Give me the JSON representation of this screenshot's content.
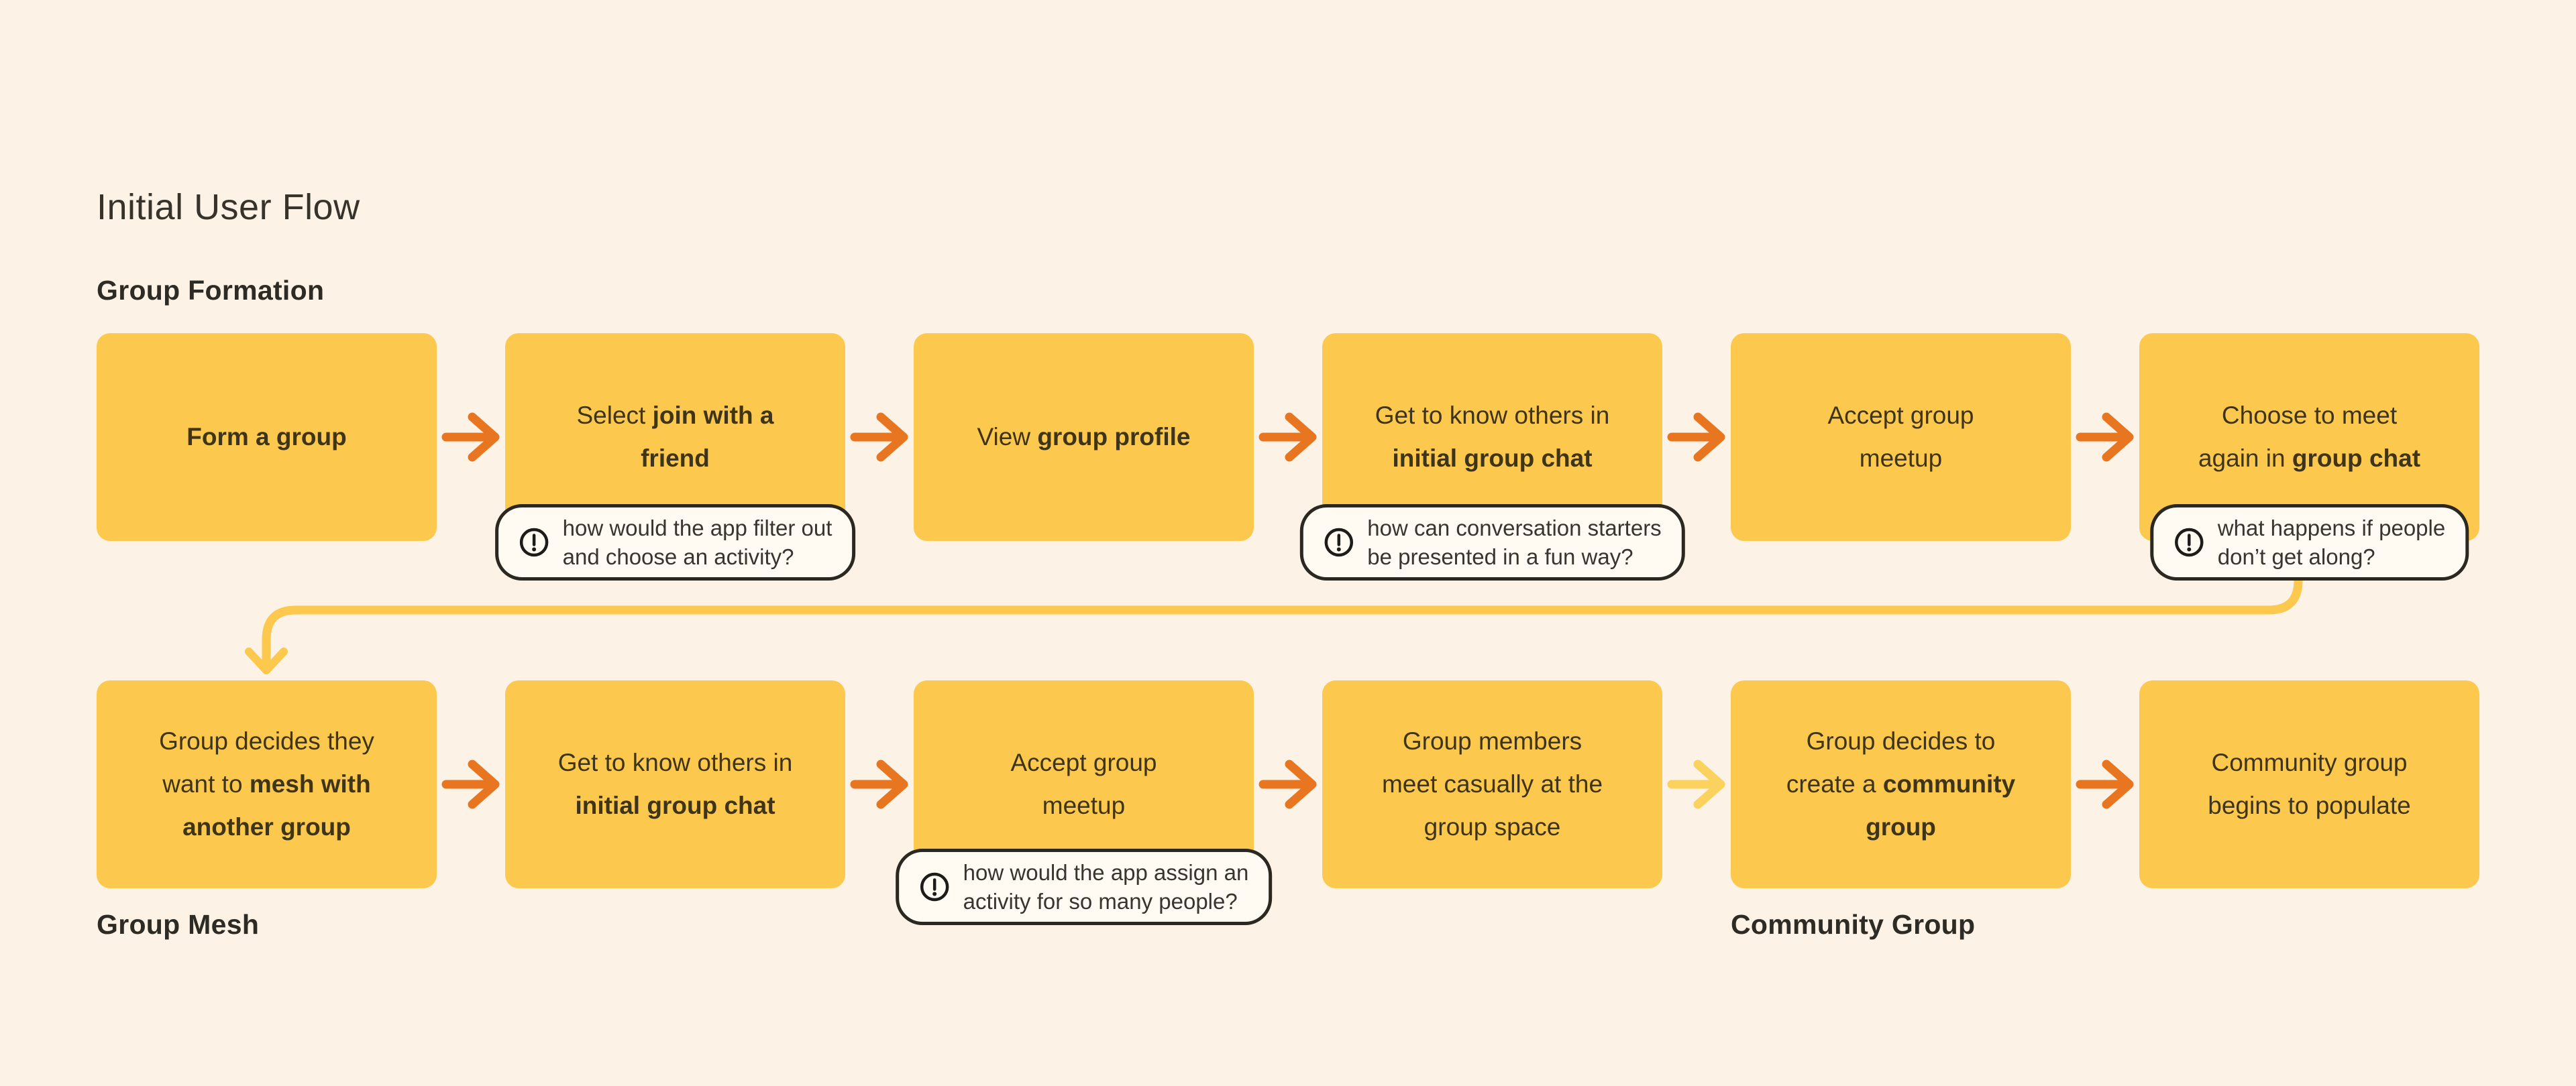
{
  "page": {
    "title": "Initial User Flow"
  },
  "sections": {
    "formation": "Group Formation",
    "mesh": "Group Mesh",
    "community": "Community Group"
  },
  "colors": {
    "background": "#FCF3E6",
    "card_fill": "#FCC84D",
    "card_text": "#3E3418",
    "arrow_orange": "#E87620",
    "arrow_yellow": "#FCD25F",
    "connector_yellow": "#FCC84D",
    "bubble_bg": "#FFFBF2",
    "bubble_border": "#2B2822",
    "bubble_text": "#38352F"
  },
  "icons": {
    "annotation": "alert-circle-icon",
    "flow_arrow": "right-arrow-icon",
    "connector": "loop-back-down-arrow"
  },
  "rows": [
    {
      "steps": [
        {
          "lines": [
            [
              {
                "t": "Form a group",
                "b": true
              }
            ]
          ],
          "annotation": null
        },
        {
          "lines": [
            [
              {
                "t": "Select ",
                "b": false
              },
              {
                "t": "join with a",
                "b": true
              }
            ],
            [
              {
                "t": "friend",
                "b": true
              }
            ]
          ],
          "annotation": {
            "lines": [
              "how would the app filter out",
              "and choose an activity?"
            ]
          }
        },
        {
          "lines": [
            [
              {
                "t": "View ",
                "b": false
              },
              {
                "t": "group profile",
                "b": true
              }
            ]
          ],
          "annotation": null
        },
        {
          "lines": [
            [
              {
                "t": "Get to know others in",
                "b": false
              }
            ],
            [
              {
                "t": "initial group chat",
                "b": true
              }
            ]
          ],
          "annotation": {
            "lines": [
              "how can conversation starters",
              "be presented in a fun way?"
            ]
          }
        },
        {
          "lines": [
            [
              {
                "t": "Accept group",
                "b": false
              }
            ],
            [
              {
                "t": "meetup",
                "b": false
              }
            ]
          ],
          "annotation": null
        },
        {
          "lines": [
            [
              {
                "t": "Choose to meet",
                "b": false
              }
            ],
            [
              {
                "t": "again in ",
                "b": false
              },
              {
                "t": "group chat",
                "b": true
              }
            ]
          ],
          "annotation": {
            "lines": [
              "what happens if people",
              "don’t get along?"
            ]
          }
        }
      ],
      "arrows": [
        "orange",
        "orange",
        "orange",
        "orange",
        "orange"
      ]
    },
    {
      "steps": [
        {
          "lines": [
            [
              {
                "t": "Group decides they",
                "b": false
              }
            ],
            [
              {
                "t": "want to ",
                "b": false
              },
              {
                "t": "mesh with",
                "b": true
              }
            ],
            [
              {
                "t": "another group",
                "b": true
              }
            ]
          ],
          "annotation": null
        },
        {
          "lines": [
            [
              {
                "t": "Get to know others in",
                "b": false
              }
            ],
            [
              {
                "t": "initial group chat",
                "b": true
              }
            ]
          ],
          "annotation": null
        },
        {
          "lines": [
            [
              {
                "t": "Accept group",
                "b": false
              }
            ],
            [
              {
                "t": "meetup",
                "b": false
              }
            ]
          ],
          "annotation": {
            "lines": [
              "how would the app assign an",
              "activity for so many people?"
            ]
          }
        },
        {
          "lines": [
            [
              {
                "t": "Group members",
                "b": false
              }
            ],
            [
              {
                "t": "meet casually at the",
                "b": false
              }
            ],
            [
              {
                "t": "group space",
                "b": false
              }
            ]
          ],
          "annotation": null
        },
        {
          "lines": [
            [
              {
                "t": "Group decides to",
                "b": false
              }
            ],
            [
              {
                "t": "create a ",
                "b": false
              },
              {
                "t": "community",
                "b": true
              }
            ],
            [
              {
                "t": "group",
                "b": true
              }
            ]
          ],
          "annotation": null
        },
        {
          "lines": [
            [
              {
                "t": "Community group",
                "b": false
              }
            ],
            [
              {
                "t": "begins to populate",
                "b": false
              }
            ]
          ],
          "annotation": null
        }
      ],
      "arrows": [
        "orange",
        "orange",
        "orange",
        "yellow",
        "orange"
      ]
    }
  ]
}
